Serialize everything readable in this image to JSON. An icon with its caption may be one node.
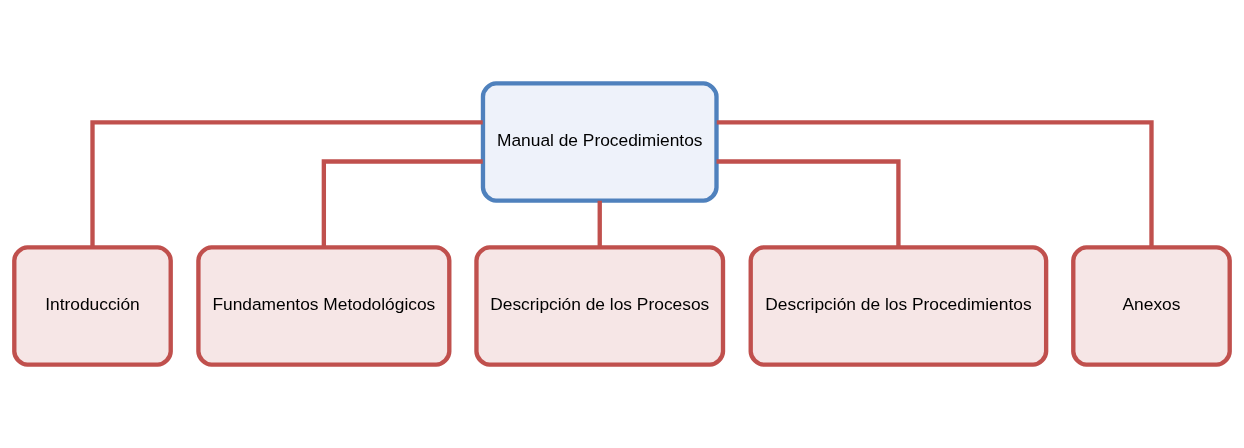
{
  "diagram": {
    "nodes": [
      {
        "text": [
          "Manual de Procedimientos"
        ]
      },
      {
        "text": [
          "Introducción"
        ]
      },
      {
        "text": [
          "Fundamentos Metodológicos"
        ]
      },
      {
        "text": [
          "Descripción de los Procesos"
        ]
      },
      {
        "text": [
          "Descripción de los Procedimientos"
        ]
      },
      {
        "text": [
          "Anexos"
        ]
      }
    ],
    "edges": [
      {
        "from": 0,
        "to": 1,
        "arrow": "none"
      },
      {
        "from": 0,
        "to": 2,
        "arrow": "none"
      },
      {
        "from": 0,
        "to": 3,
        "arrow": "none"
      },
      {
        "from": 0,
        "to": 4,
        "arrow": "none"
      },
      {
        "from": 0,
        "to": 5,
        "arrow": "none"
      }
    ]
  }
}
